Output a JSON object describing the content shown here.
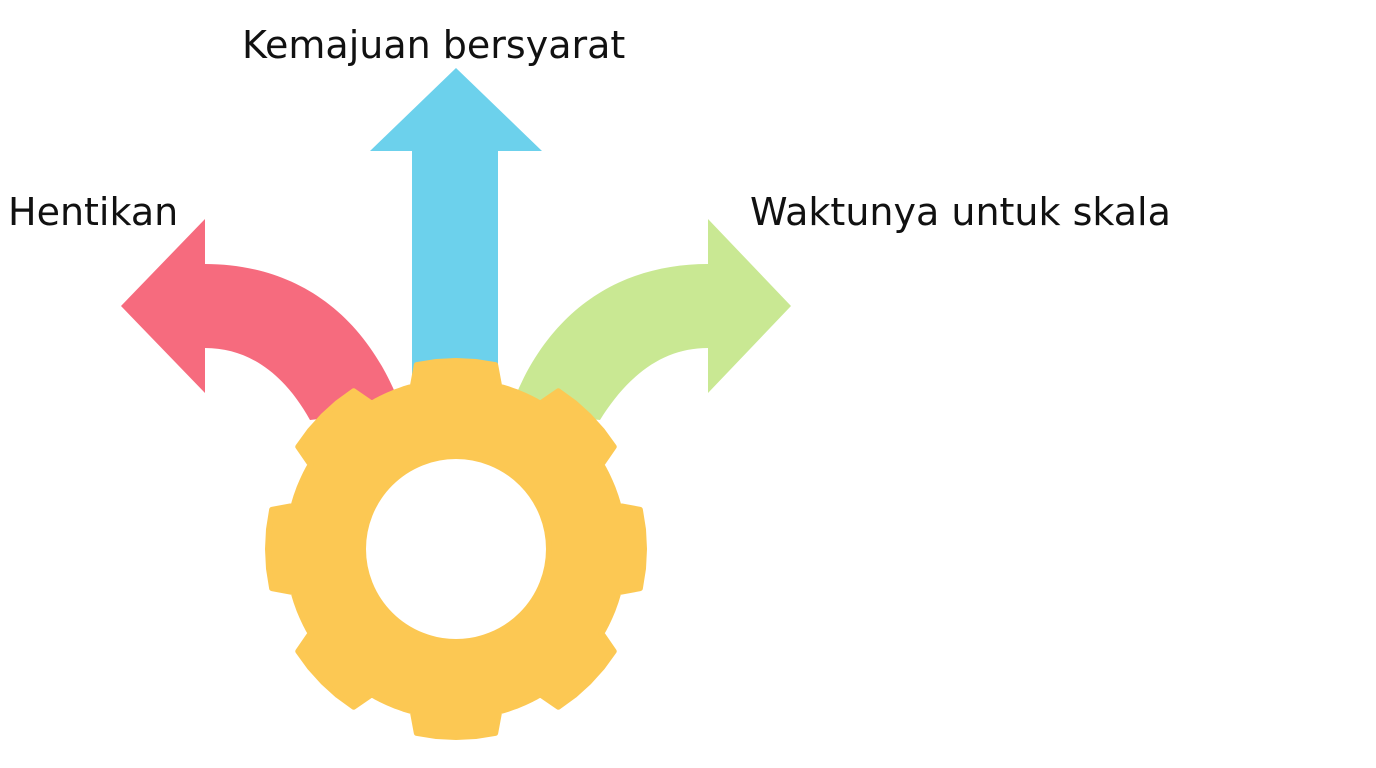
{
  "labels": {
    "stop": "Hentikan",
    "conditional_progress": "Kemajuan bersyarat",
    "time_to_scale": "Waktunya untuk skala"
  },
  "colors": {
    "stop_arrow": "#F66B7E",
    "progress_arrow": "#6CD1EC",
    "scale_arrow": "#C9E893",
    "gear": "#FCC853",
    "text": "#111111",
    "background": "#FFFFFF"
  },
  "icons": [
    "gear-icon",
    "arrow-left-icon",
    "arrow-up-icon",
    "arrow-right-icon"
  ]
}
